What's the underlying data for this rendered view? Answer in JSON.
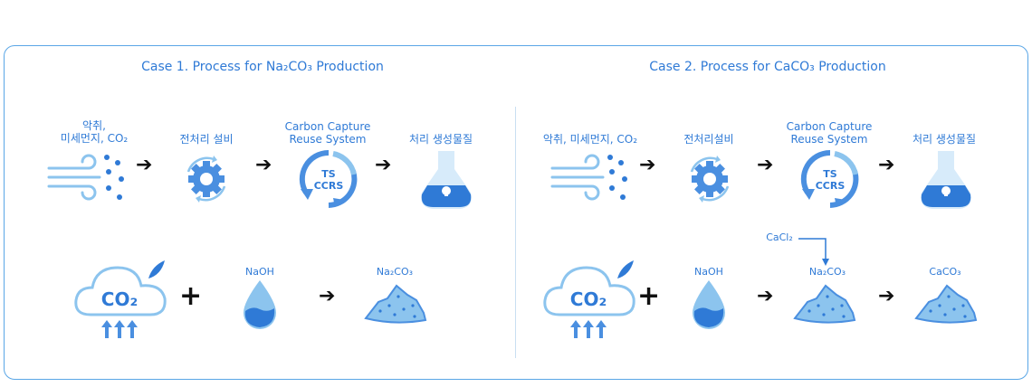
{
  "case1": {
    "title": "Case 1. Process for Na₂CO₃ Production",
    "labels": {
      "input": "악취,",
      "input2": "미세먼지, CO₂",
      "pretreat": "전처리 설비",
      "ccrs1": "Carbon Capture",
      "ccrs2": "Reuse System",
      "product": "처리 생성물질",
      "naoh": "NaOH",
      "result": "Na₂CO₃"
    }
  },
  "case2": {
    "title": "Case 2. Process for CaCO₃ Production",
    "labels": {
      "input": "악취, 미세먼지, CO₂",
      "pretreat": "전처리설비",
      "ccrs1": "Carbon Capture",
      "ccrs2": "Reuse System",
      "product": "처리 생성물질",
      "cacl2": "CaCl₂",
      "naoh": "NaOH",
      "mid": "Na₂CO₃",
      "result": "CaCO₃"
    }
  },
  "ccrs_badge": {
    "line1": "TS",
    "line2": "CCRS"
  },
  "co2_badge": "CO₂",
  "colors": {
    "primary": "#2f7ad6",
    "light": "#8cc4ee",
    "pale": "#d7ebfa",
    "fill": "#4a8fe0"
  }
}
